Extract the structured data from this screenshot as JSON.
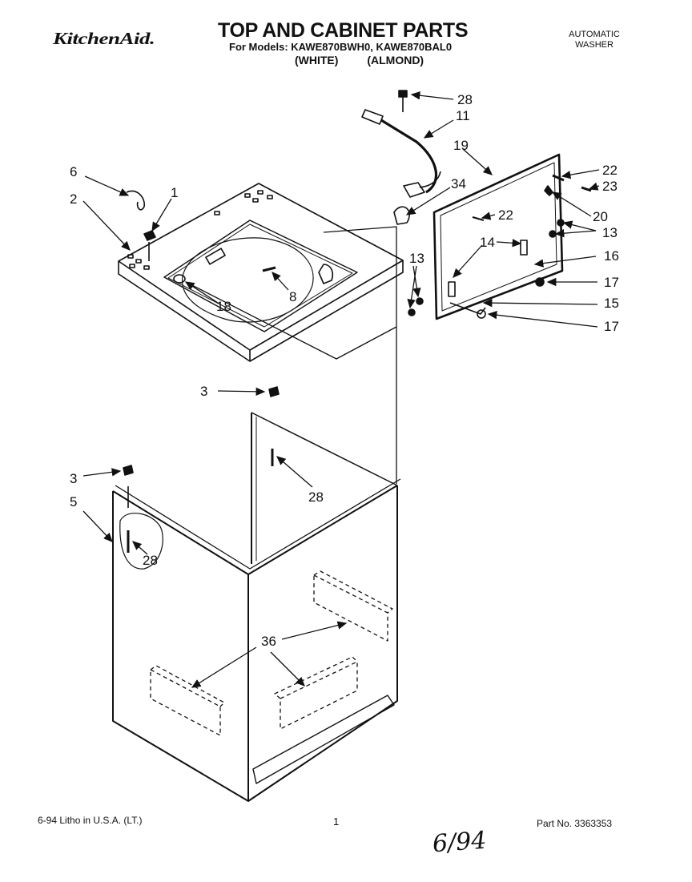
{
  "header": {
    "brand": "KitchenAid.",
    "title": "TOP AND CABINET PARTS",
    "models": "For Models: KAWE870BWH0, KAWE870BAL0",
    "color_white": "(WHITE)",
    "color_almond": "(ALMOND)",
    "appliance_line1": "AUTOMATIC",
    "appliance_line2": "WASHER"
  },
  "callouts": {
    "c28a": "28",
    "c11": "11",
    "c19": "19",
    "c22a": "22",
    "c23": "23",
    "c6": "6",
    "c1": "1",
    "c2": "2",
    "c34": "34",
    "c22b": "22",
    "c20": "20",
    "c13a": "13",
    "c14": "14",
    "c16": "16",
    "c13b": "13",
    "c17a": "17",
    "c15": "15",
    "c17b": "17",
    "c18": "18",
    "c8": "8",
    "c3a": "3",
    "c28b": "28",
    "c3b": "3",
    "c5": "5",
    "c28c": "28",
    "c36": "36"
  },
  "footer": {
    "litho": "6-94  Litho in U.S.A. (LT.)",
    "page": "1",
    "part_no": "Part No. 3363353",
    "handwritten": "6/94"
  }
}
